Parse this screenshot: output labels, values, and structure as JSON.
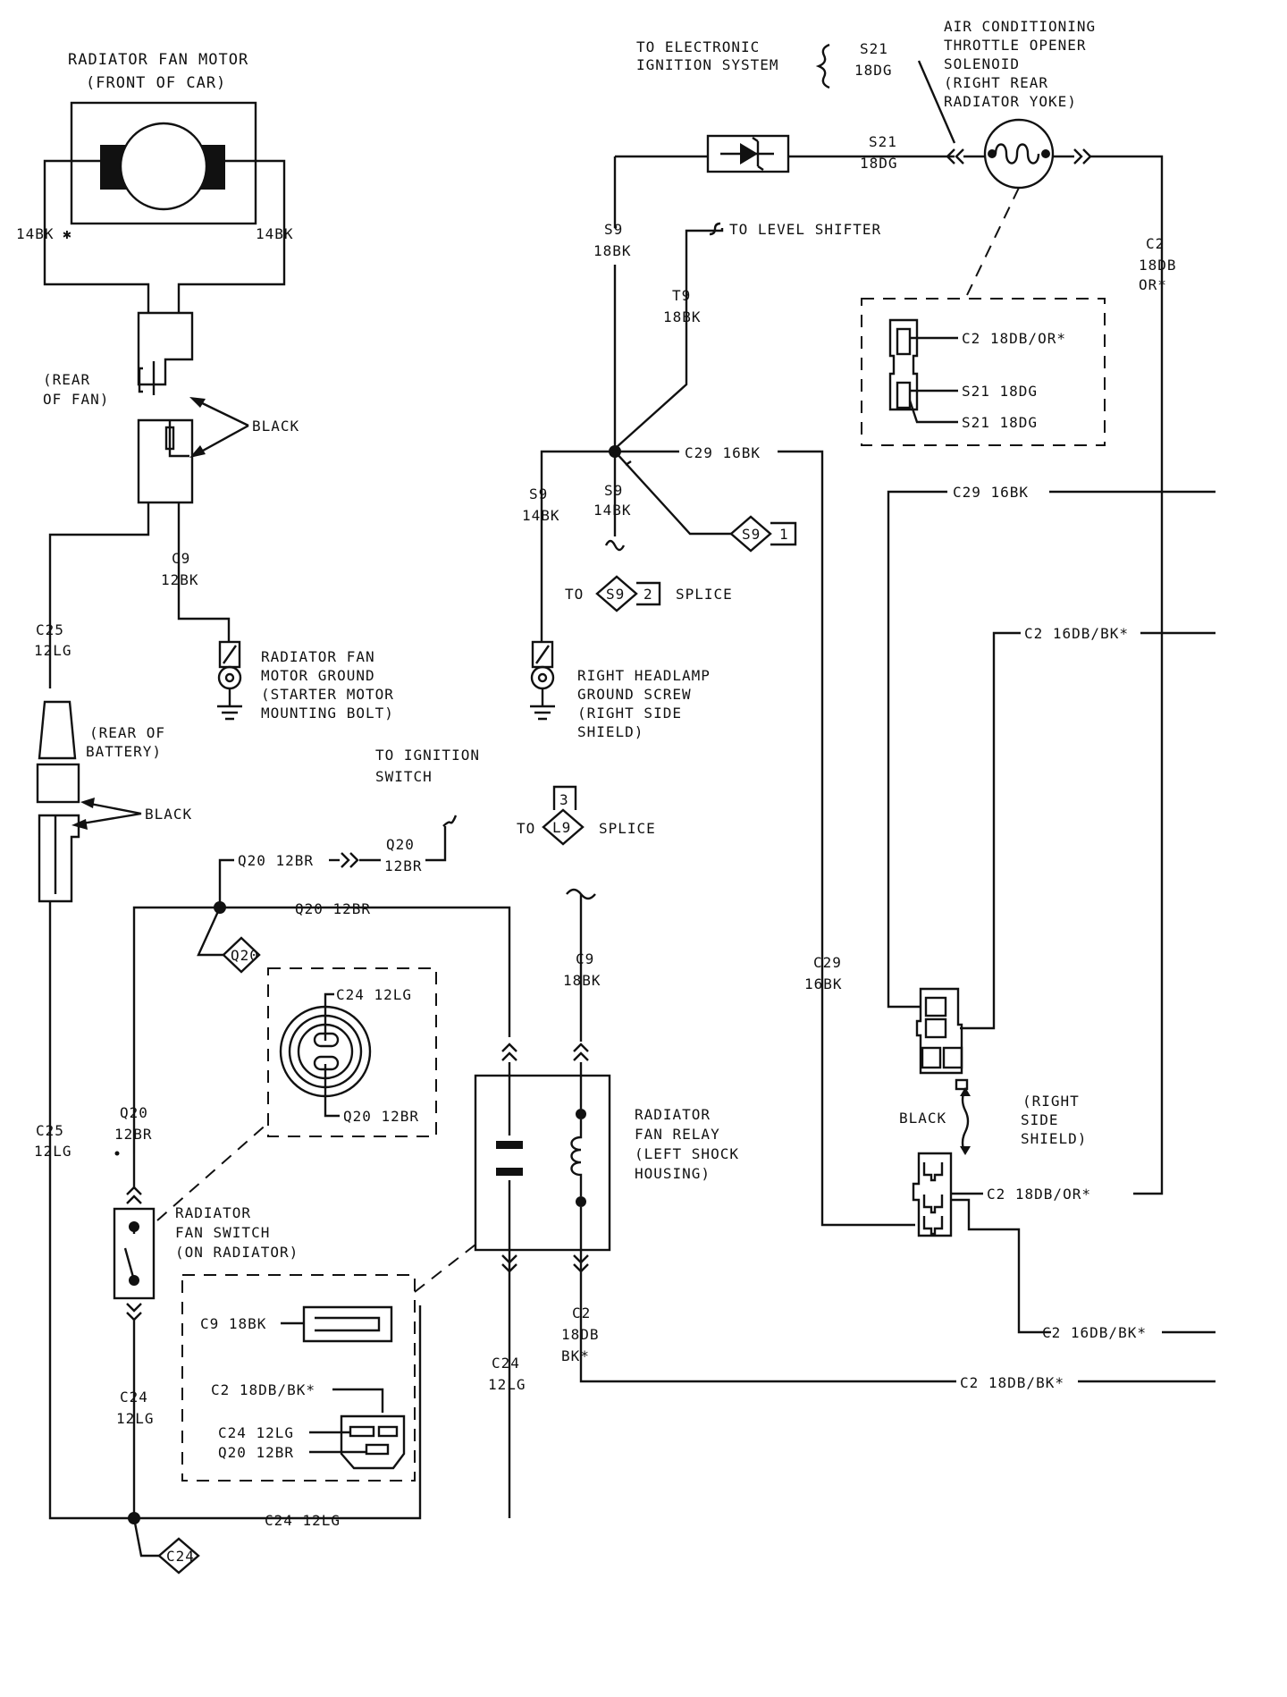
{
  "fan_motor": {
    "title": "RADIATOR FAN MOTOR",
    "subtitle": "(FRONT OF CAR)",
    "left_wire": "14BK",
    "right_wire": "14BK",
    "rear_of_fan": [
      "(REAR",
      "OF FAN)"
    ],
    "connector_color": "BLACK"
  },
  "c9_ground": {
    "wire_id": "C9",
    "wire_gauge": "12BK",
    "ground_label": [
      "RADIATOR FAN",
      "MOTOR GROUND",
      "(STARTER MOTOR",
      "MOUNTING BOLT)"
    ]
  },
  "c25": {
    "upper_id": "C25",
    "upper_gauge": "12LG",
    "battery_label": [
      "(REAR OF",
      "BATTERY)"
    ],
    "connector_color": "BLACK",
    "lower_id": "C25",
    "lower_gauge": "12LG"
  },
  "ignition": {
    "to_electronic": [
      "TO ELECTRONIC",
      "IGNITION SYSTEM"
    ],
    "s21_top_id": "S21",
    "s21_top_gauge": "18DG",
    "s21_mid_id": "S21",
    "s21_mid_gauge": "18DG"
  },
  "ac_solenoid": {
    "label": [
      "AIR CONDITIONING",
      "THROTTLE OPENER",
      "SOLENOID",
      "(RIGHT REAR",
      "RADIATOR YOKE)"
    ],
    "c2_id": "C2",
    "c2_gauge": "18DB",
    "c2_color": "OR*",
    "connector_pins": [
      "C2 18DB/OR*",
      "S21 18DG",
      "S21 18DG"
    ]
  },
  "s9": {
    "upper_id": "S9",
    "upper_gauge": "18BK",
    "to_level_shifter": "TO LEVEL SHIFTER",
    "t9_id": "T9",
    "t9_gauge": "18BK",
    "c29_top": "C29 16BK",
    "left_id": "S9",
    "left_gauge": "14BK",
    "mid_id": "S9",
    "mid_gauge": "14BK",
    "splice1_name": "S9",
    "splice1_num": "1",
    "to_word": "TO",
    "splice2_name": "S9",
    "splice2_num": "2",
    "splice_word": "SPLICE",
    "ground_label": [
      "RIGHT HEADLAMP",
      "GROUND SCREW",
      "(RIGHT SIDE",
      "SHIELD)"
    ]
  },
  "right_side": {
    "c29_right": "C29 16BK",
    "c2_bk_upper": "C2 16DB/BK*",
    "c29_vert_id": "C29",
    "c29_vert_gauge": "16BK",
    "black": "BLACK",
    "shield_label": [
      "(RIGHT",
      "SIDE",
      "SHIELD)"
    ],
    "c2_or": "C2 18DB/OR*",
    "c2_bk_lower": "C2 16DB/BK*",
    "c2_bk_bottom": "C2 18DB/BK*"
  },
  "ignition_switch": {
    "label": [
      "TO IGNITION",
      "SWITCH"
    ],
    "q20_left": "Q20 12BR",
    "q20_right_id": "Q20",
    "q20_right_gauge": "12BR",
    "q20_mid": "Q20 12BR",
    "q20_diamond": "Q20",
    "l9_to": "TO",
    "l9_name": "L9",
    "l9_num": "3",
    "l9_splice": "SPLICE"
  },
  "fan_switch": {
    "connector_c24": "C24 12LG",
    "connector_q20": "Q20 12BR",
    "q20_id": "Q20",
    "q20_gauge": "12BR",
    "label": [
      "RADIATOR",
      "FAN SWITCH",
      "(ON RADIATOR)"
    ],
    "c24_id": "C24",
    "c24_gauge": "12LG",
    "c24_bottom": "C24 12LG",
    "c24_diamond": "C24"
  },
  "relay": {
    "c9_id": "C9",
    "c9_gauge": "18BK",
    "label": [
      "RADIATOR",
      "FAN RELAY",
      "(LEFT SHOCK",
      "HOUSING)"
    ],
    "c2_id": "C2",
    "c2_gauge": "18DB",
    "c2_color": "BK*",
    "c24_id": "C24",
    "c24_gauge": "12LG",
    "conn_c9": "C9 18BK",
    "conn_c2": "C2 18DB/BK*",
    "conn_c24": "C24 12LG",
    "conn_q20": "Q20 12BR"
  }
}
